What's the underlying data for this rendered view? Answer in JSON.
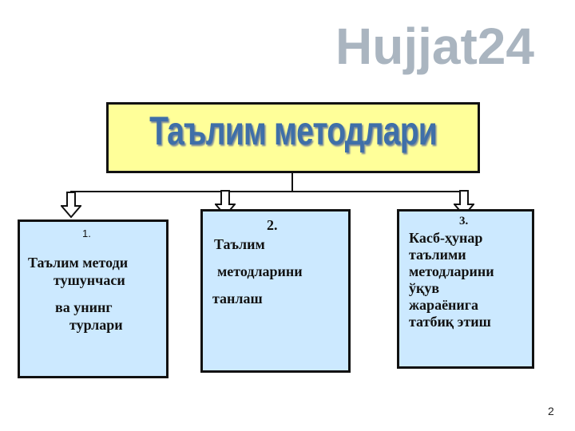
{
  "title": "Таълим методлари",
  "boxes": [
    {
      "number": "1.",
      "lines": [
        "Таълим методи",
        "тушунчаси",
        "ва унинг",
        "турлари"
      ]
    },
    {
      "number": "2.",
      "lines": [
        "Таълим",
        "методларини",
        "танлаш"
      ]
    },
    {
      "number": "3.",
      "lines": [
        "Касб-ҳунар",
        "таълими",
        "методларини",
        "ўқув",
        "жараёнига",
        "татбиқ этиш"
      ]
    }
  ],
  "watermark": "Hujjat24",
  "page_number": "2",
  "colors": {
    "title_fill": "#ffff99",
    "box_fill": "#cce9ff",
    "title_text": "#3f6fa8"
  }
}
